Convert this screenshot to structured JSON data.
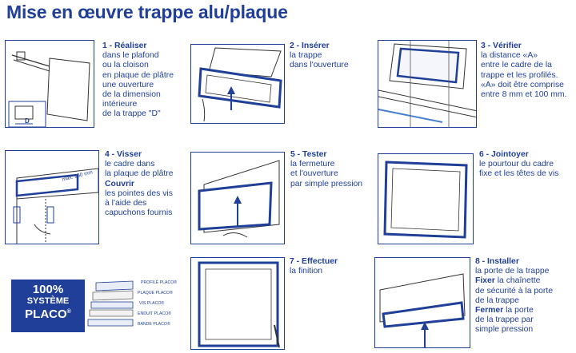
{
  "title": "Mise en œuvre trappe alu/plaque",
  "steps": [
    {
      "head": "1 - Réaliser",
      "lines": [
        "dans le plafond",
        "ou la cloison",
        "en plaque de plâtre",
        "une ouverture",
        "de la dimension",
        "intérieure",
        "de la trappe \"D\""
      ]
    },
    {
      "head": "2 - Insérer",
      "lines": [
        "la trappe",
        "dans l'ouverture"
      ]
    },
    {
      "head": "3 - Vérifier",
      "lines": [
        "la distance «A»",
        "entre le cadre de la",
        "trappe et les profilés.",
        "«A» doit être comprise",
        "entre 8 mm et 100 mm."
      ]
    },
    {
      "head": "4 - Visser",
      "lines": [
        "le cadre dans",
        "la plaque de plâtre"
      ],
      "bold_line": "Couvrir",
      "lines2": [
        "les pointes des vis",
        "à l'aide des",
        "capuchons fournis"
      ]
    },
    {
      "head": "5 - Tester",
      "lines": [
        "la fermeture",
        "et l'ouverture",
        "par simple pression"
      ]
    },
    {
      "head": "6 - Jointoyer",
      "lines": [
        "le pourtour du cadre",
        "fixe et les têtes de vis"
      ]
    },
    {
      "head": "7 - Effectuer",
      "lines": [
        "la finition"
      ]
    },
    {
      "head": "8 - Installer",
      "lines": [
        "la porte de la trappe"
      ],
      "fixer_bold": "Fixer",
      "fixer_rest": " la chaînette",
      "lines2": [
        "de sécurité à la porte",
        "de la trappe"
      ],
      "fermer_bold": "Fermer",
      "fermer_rest": " la porte",
      "lines3": [
        "de la trappe par",
        "simple pression"
      ]
    }
  ],
  "labels": {
    "d": "D",
    "max": "max. 150 mm"
  },
  "badge": {
    "line1": "100%",
    "line2": "SYSTÈME",
    "line3": "PLACO",
    "reg": "®"
  },
  "stack_labels": [
    "PROFILÉ PLACO®",
    "PLAQUE PLACO®",
    "VIS PLACO®",
    "ENDUIT PLACO®",
    "BANDE PLACO®"
  ],
  "colors": {
    "brand": "#1f3f99",
    "panel_border": "#1f3f99",
    "light_blue": "#4a7fd0"
  }
}
